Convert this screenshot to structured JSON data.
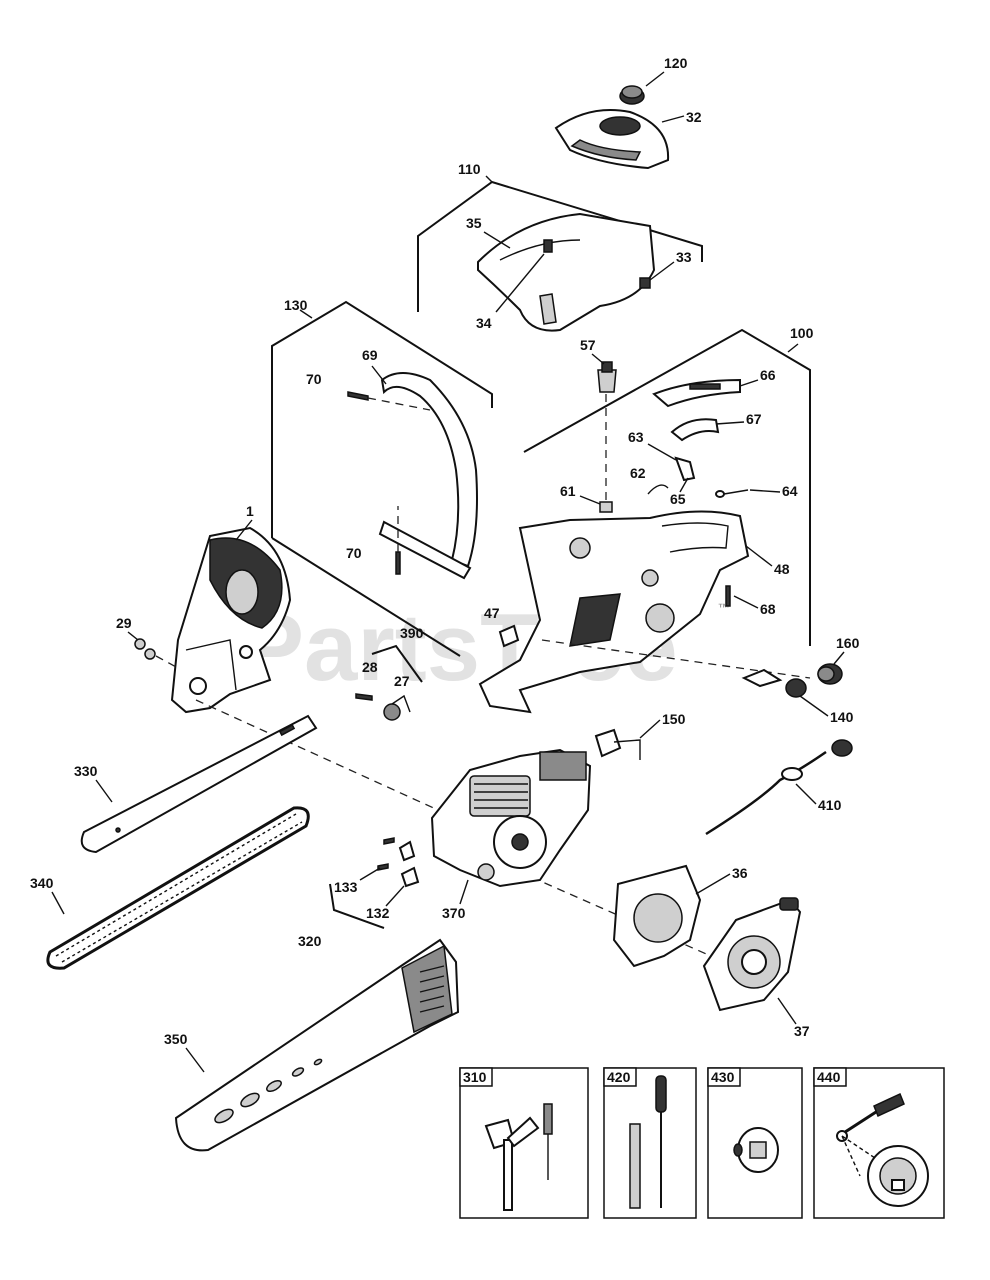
{
  "watermark": {
    "text": "PartsTree",
    "trademark": "™"
  },
  "callouts": {
    "c120": "120",
    "c32": "32",
    "c110": "110",
    "c35": "35",
    "c33": "33",
    "c34": "34",
    "c130": "130",
    "c69": "69",
    "c70a": "70",
    "c70b": "70",
    "c57": "57",
    "c100": "100",
    "c66": "66",
    "c67": "67",
    "c63": "63",
    "c62": "62",
    "c65": "65",
    "c64": "64",
    "c61": "61",
    "c48": "48",
    "c68": "68",
    "c1": "1",
    "c29": "29",
    "c390": "390",
    "c28": "28",
    "c27": "27",
    "c47": "47",
    "c160": "160",
    "c140": "140",
    "c150": "150",
    "c330": "330",
    "c410": "410",
    "c340": "340",
    "c133": "133",
    "c132": "132",
    "c370": "370",
    "c36": "36",
    "c320": "320",
    "c37": "37",
    "c350": "350"
  },
  "kits": [
    {
      "label": "310"
    },
    {
      "label": "420"
    },
    {
      "label": "430"
    },
    {
      "label": "440"
    }
  ]
}
